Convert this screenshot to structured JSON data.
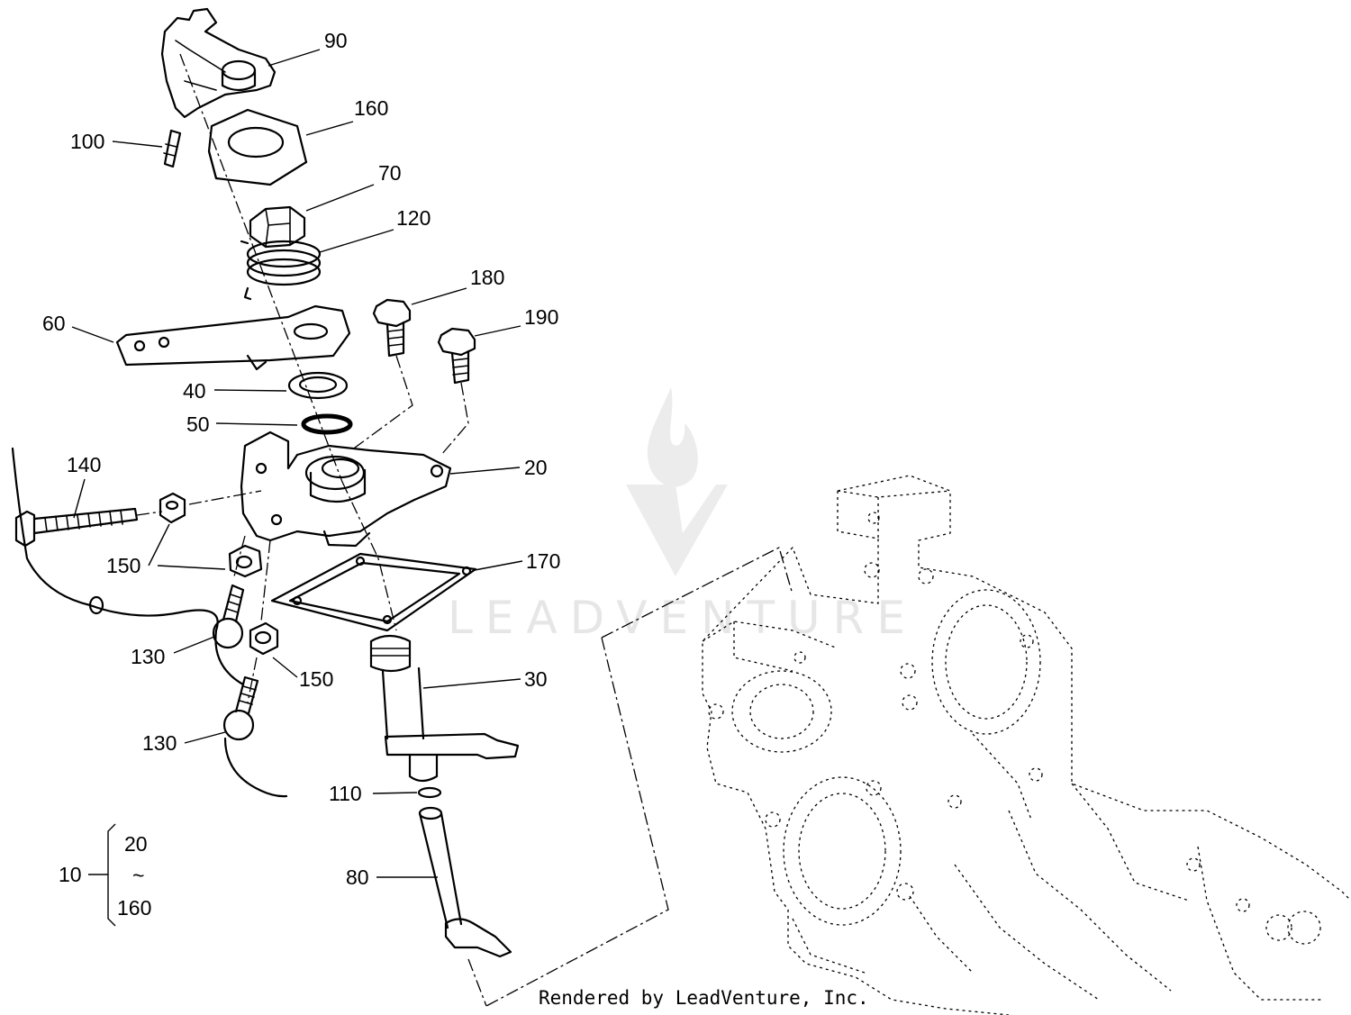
{
  "callouts": [
    {
      "id": "90",
      "text": "90"
    },
    {
      "id": "160",
      "text": "160"
    },
    {
      "id": "100",
      "text": "100"
    },
    {
      "id": "70",
      "text": "70"
    },
    {
      "id": "120",
      "text": "120"
    },
    {
      "id": "180",
      "text": "180"
    },
    {
      "id": "190",
      "text": "190"
    },
    {
      "id": "60",
      "text": "60"
    },
    {
      "id": "40",
      "text": "40"
    },
    {
      "id": "50",
      "text": "50"
    },
    {
      "id": "20",
      "text": "20"
    },
    {
      "id": "140",
      "text": "140"
    },
    {
      "id": "150a",
      "text": "150"
    },
    {
      "id": "170",
      "text": "170"
    },
    {
      "id": "130a",
      "text": "130"
    },
    {
      "id": "150b",
      "text": "150"
    },
    {
      "id": "30",
      "text": "30"
    },
    {
      "id": "130b",
      "text": "130"
    },
    {
      "id": "110",
      "text": "110"
    },
    {
      "id": "80",
      "text": "80"
    }
  ],
  "assembly_bracket": {
    "label": "10",
    "from": "20",
    "symbol": "~",
    "to": "160"
  },
  "watermark": "LEADVENTURE",
  "footer": "Rendered by LeadVenture, Inc."
}
